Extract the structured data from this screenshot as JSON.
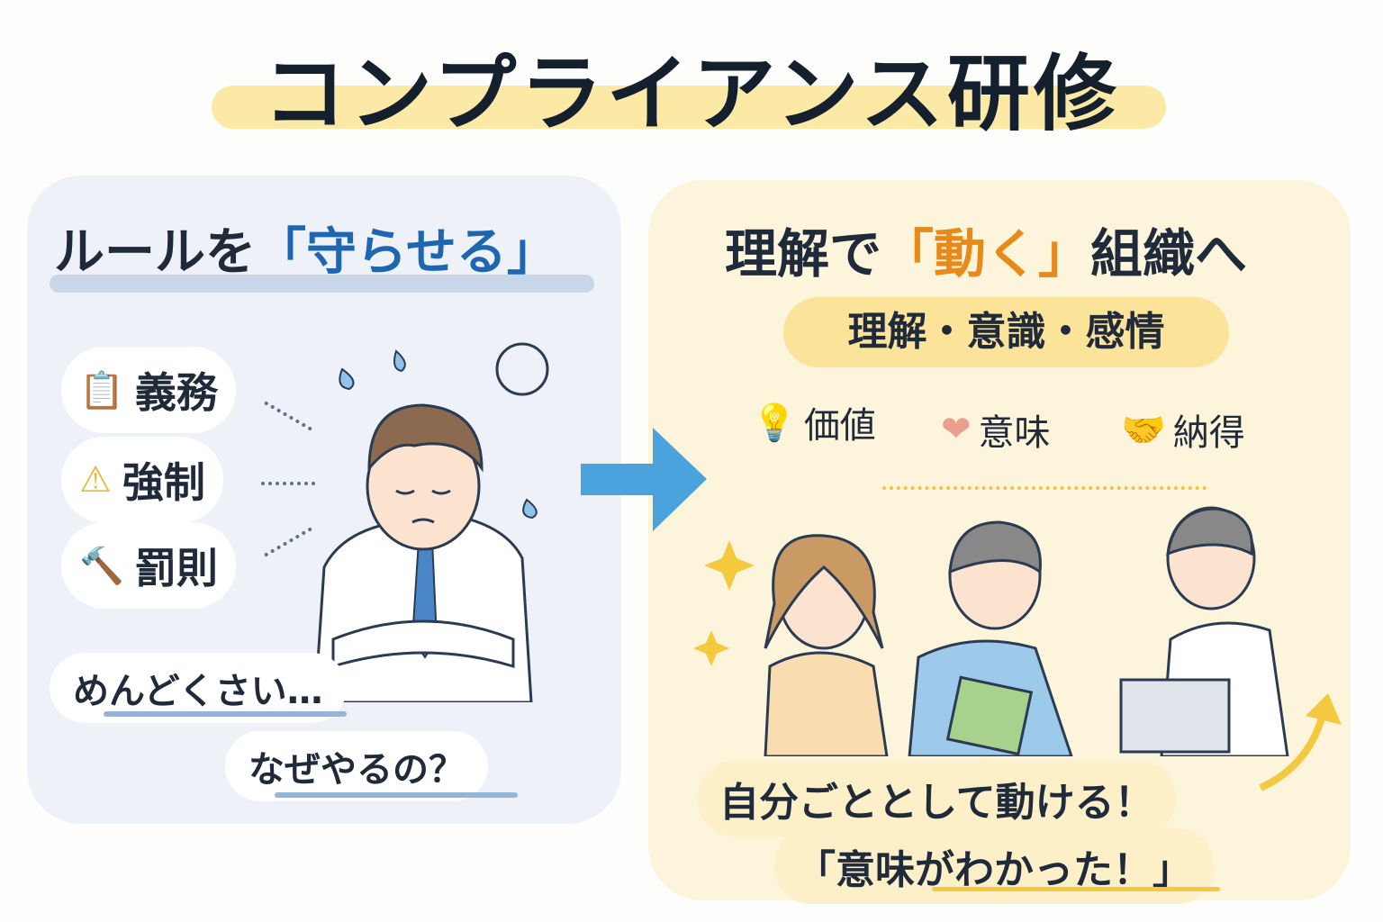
{
  "title": "コンプライアンス研修",
  "left": {
    "heading_prefix": "ルールを",
    "heading_emph": "「守らせる」",
    "items": [
      {
        "label": "義務",
        "icon": "clipboard-icon"
      },
      {
        "label": "強制",
        "icon": "warning-icon"
      },
      {
        "label": "罰則",
        "icon": "gavel-icon"
      }
    ],
    "speech1": "めんどくさい…",
    "speech2": "なぜやるの？"
  },
  "right": {
    "heading_prefix": "理解で",
    "heading_emph": "「動く」",
    "heading_suffix": "組織へ",
    "pill": "理解・意識・感情",
    "values": [
      {
        "label": "価値",
        "icon": "lightbulb-icon"
      },
      {
        "label": "意味",
        "icon": "heart-icon"
      },
      {
        "label": "納得",
        "icon": "handshake-icon"
      }
    ],
    "speech1": "自分ごととして動ける！",
    "speech2": "「意味がわかった！」"
  },
  "colors": {
    "blue": "#1e66b0",
    "orange": "#e88a1a",
    "arrow": "#4aa3dc",
    "highlight": "#fce9a6"
  }
}
